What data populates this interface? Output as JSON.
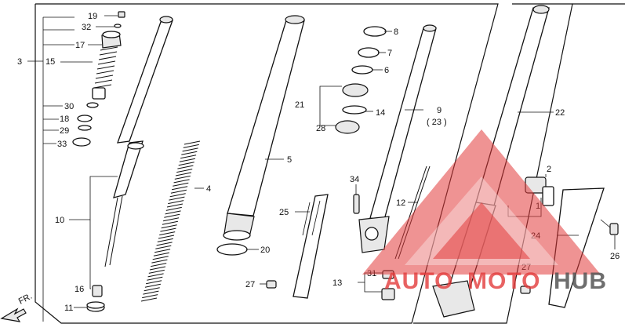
{
  "callouts": {
    "c19": "19",
    "c32": "32",
    "c17": "17",
    "c3": "3",
    "c15": "15",
    "c30": "30",
    "c18": "18",
    "c29": "29",
    "c33": "33",
    "c10": "10",
    "c16": "16",
    "c11": "11",
    "c4": "4",
    "c5": "5",
    "c20": "20",
    "c25": "25",
    "c27a": "27",
    "c8": "8",
    "c7": "7",
    "c6": "6",
    "c21": "21",
    "c14": "14",
    "c28": "28",
    "c9": "9",
    "c23": "( 23 )",
    "c34": "34",
    "c12": "12",
    "c13": "13",
    "c31": "31",
    "c22": "22",
    "c2": "2",
    "c1": "1",
    "c24": "24",
    "c26": "26",
    "c27b": "27"
  },
  "front_arrow": "FR.",
  "watermark": {
    "brand_a": "AUTO",
    "brand_b": "MOTO",
    "brand_c": "HUB",
    "color_red": "#e23b3b",
    "color_grey": "#555555"
  }
}
